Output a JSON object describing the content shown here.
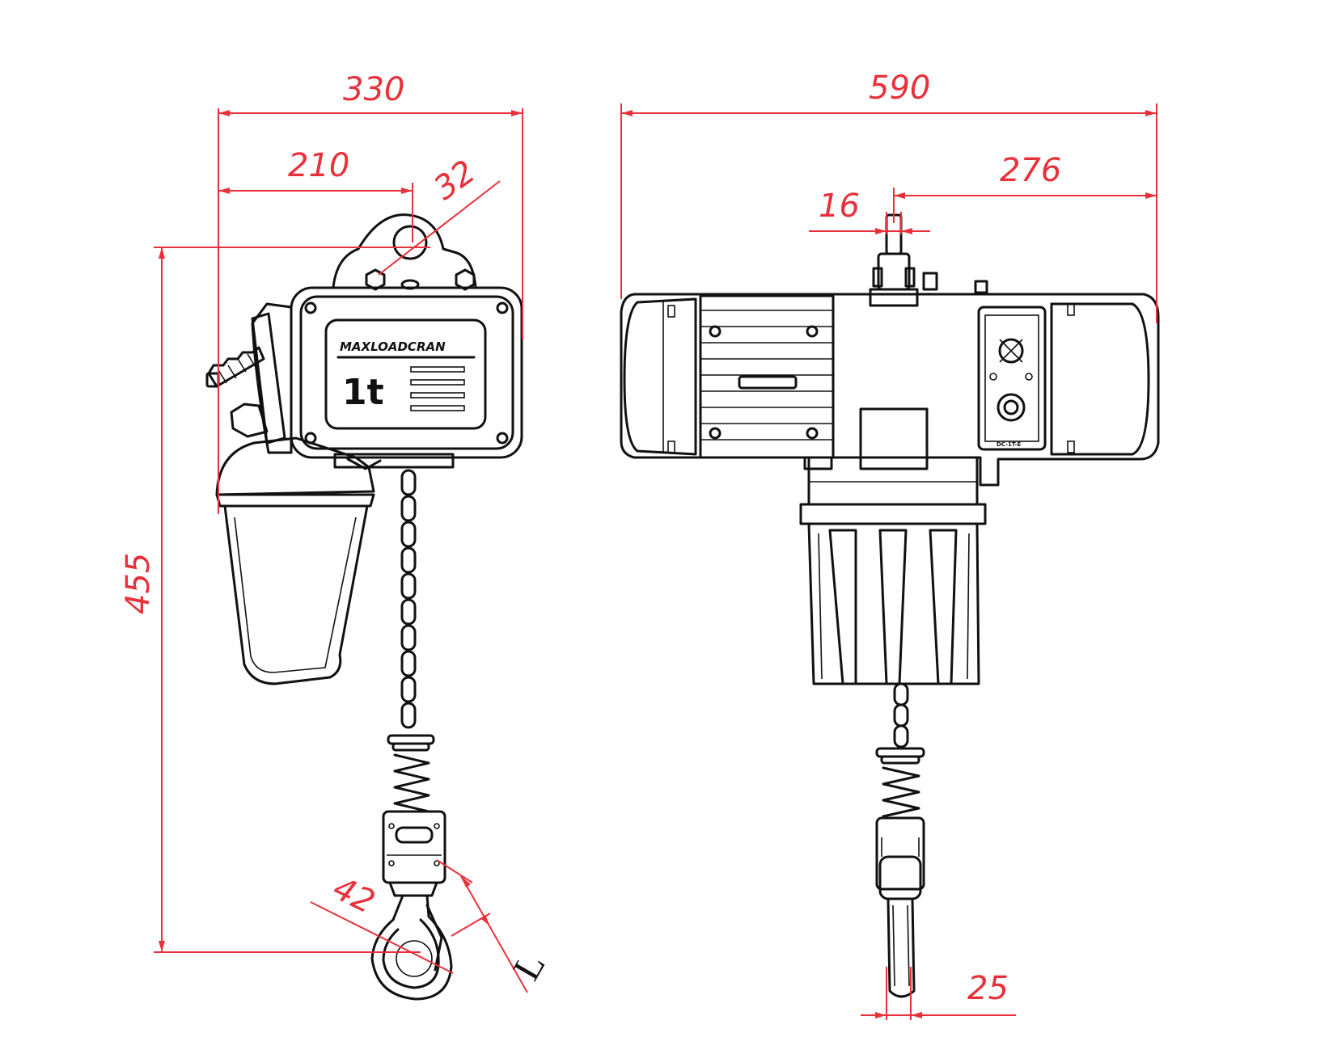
{
  "drawing": {
    "nameplate": {
      "brand": "MAXLOADCRAN",
      "capacity": "1t"
    },
    "dimensions": {
      "side_width_total": "330",
      "side_width_to_hook_axis": "210",
      "suspension_eye": "32",
      "overall_height": "455",
      "hook_opening": "42",
      "hook_length": "L",
      "front_width_total": "590",
      "front_width_right": "276",
      "suspension_offset": "16",
      "hook_thickness": "25"
    },
    "controller_label": "DC-1T-E",
    "colors": {
      "dimension": "#e8313a",
      "ink": "#111111"
    }
  }
}
